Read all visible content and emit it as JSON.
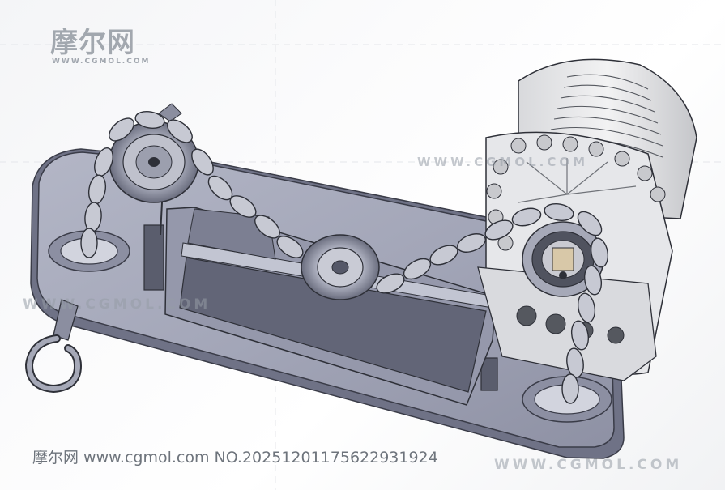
{
  "watermark": {
    "logo_text": "摩尔网",
    "logo_subtext": "WWW.CGMOL.COM",
    "site_repeat": "WWW.CGMOL.COM",
    "id_line": "摩尔网 www.cgmol.com NO.20251201175622931924"
  },
  "colors": {
    "base_plate": "#9c9fb2",
    "base_plate_shadow": "#6f7286",
    "part_gray": "#b9bccb",
    "part_dark": "#4f5262",
    "background": "#f7f8fa",
    "watermark": "#9aa0a8"
  },
  "icons": {
    "model": "chain-hoist-3d-render"
  }
}
